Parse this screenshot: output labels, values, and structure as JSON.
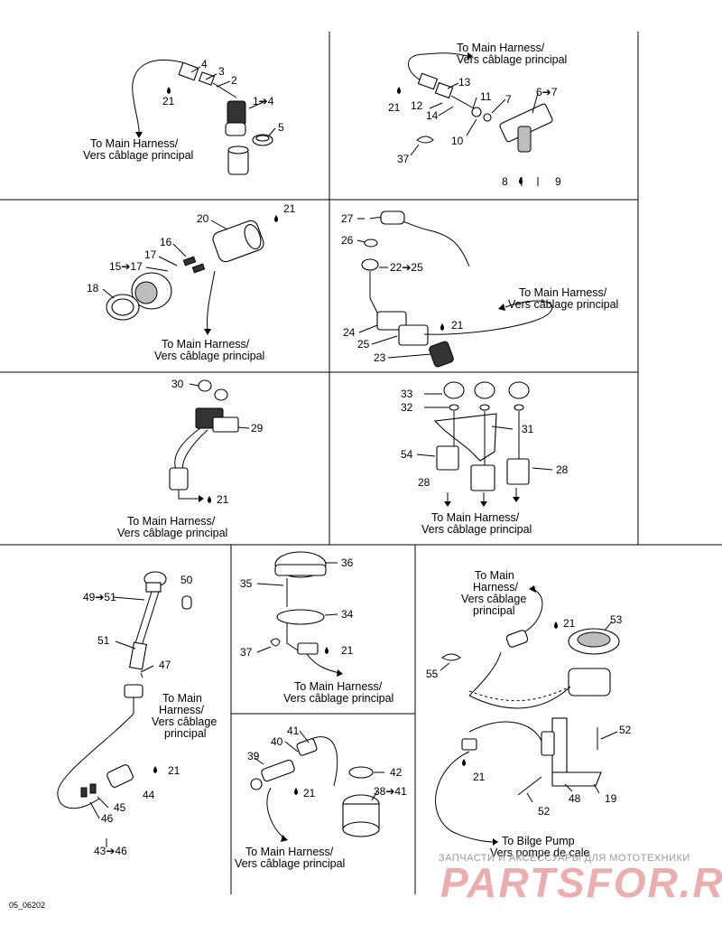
{
  "document_code": "05_06202",
  "caption": {
    "line1": "To Main Harness/",
    "line2": "Vers câblage principal"
  },
  "caption_stacked": {
    "line1": "To Main",
    "line2": "Harness/",
    "line3": "Vers câblage",
    "line4": "principal"
  },
  "bilge": {
    "line1": "To Bilge Pump",
    "line2": "Vers pompe de cale"
  },
  "watermark": {
    "top": "ЗАПЧАСТИ И АКСЕССУАРЫ ДЛЯ МОТОТЕХНИКИ",
    "logo": "PARTSFOR.RU"
  },
  "callouts": {
    "p1": [
      "4",
      "3",
      "2",
      "1➔4",
      "5",
      "21"
    ],
    "p2": [
      "13",
      "11",
      "7",
      "6➔7",
      "12",
      "14",
      "21",
      "10",
      "37",
      "8",
      "9"
    ],
    "p3": [
      "20",
      "21",
      "16",
      "17",
      "15➔17",
      "18"
    ],
    "p4": [
      "27",
      "26",
      "22➔25",
      "24",
      "21",
      "25",
      "23"
    ],
    "p5": [
      "30",
      "29",
      "21"
    ],
    "p6": [
      "33",
      "32",
      "31",
      "54",
      "28",
      "28"
    ],
    "p7": [
      "50",
      "49➔51",
      "51",
      "47",
      "21",
      "44",
      "45",
      "46",
      "43➔46"
    ],
    "p8": [
      "36",
      "35",
      "34",
      "37",
      "21"
    ],
    "p9": [
      "41",
      "40",
      "39",
      "42",
      "21",
      "38➔41"
    ],
    "p10": [
      "53",
      "21",
      "55",
      "52",
      "21",
      "48",
      "19",
      "52"
    ]
  }
}
